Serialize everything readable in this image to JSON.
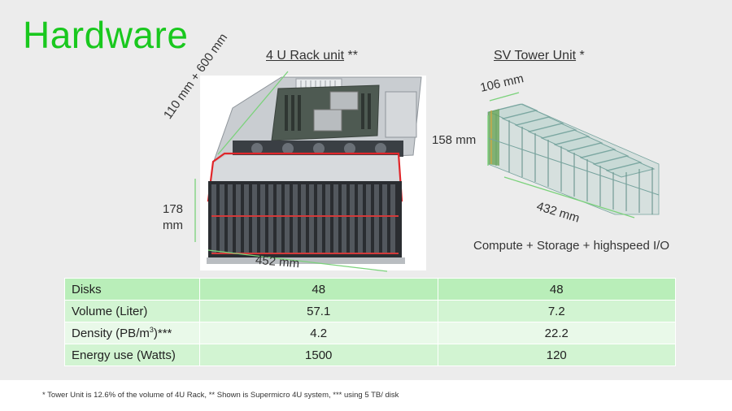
{
  "slide": {
    "title": "Hardware",
    "rack": {
      "heading_main": "4 U Rack unit",
      "heading_mark": " **",
      "dim_depth": "110 mm + 600 mm",
      "dim_height_1": "178",
      "dim_height_2": "mm",
      "dim_width": "452 mm"
    },
    "tower": {
      "heading_main": "SV Tower Unit",
      "heading_mark": " *",
      "dim_width": "106 mm",
      "dim_height": "158 mm",
      "dim_length": "432 mm",
      "caption": "Compute + Storage + highspeed I/O"
    },
    "table": {
      "rows": [
        {
          "label": "Disks",
          "rack": "48",
          "tower": "48"
        },
        {
          "label": "Volume (Liter)",
          "rack": "57.1",
          "tower": "7.2"
        },
        {
          "label_pre": "Density (PB/m",
          "label_sup": "3",
          "label_post": ")***",
          "rack": "4.2",
          "tower": "22.2"
        },
        {
          "label": "Energy use (Watts)",
          "rack": "1500",
          "tower": "120"
        }
      ]
    },
    "footnote": "* Tower Unit is 12.6% of the volume of 4U Rack, ** Shown is Supermicro 4U system, *** using 5 TB/ disk"
  },
  "colors": {
    "title_green": "#19c81e",
    "highlight_red": "#e0262a",
    "row_green": "#b9eeb9"
  }
}
